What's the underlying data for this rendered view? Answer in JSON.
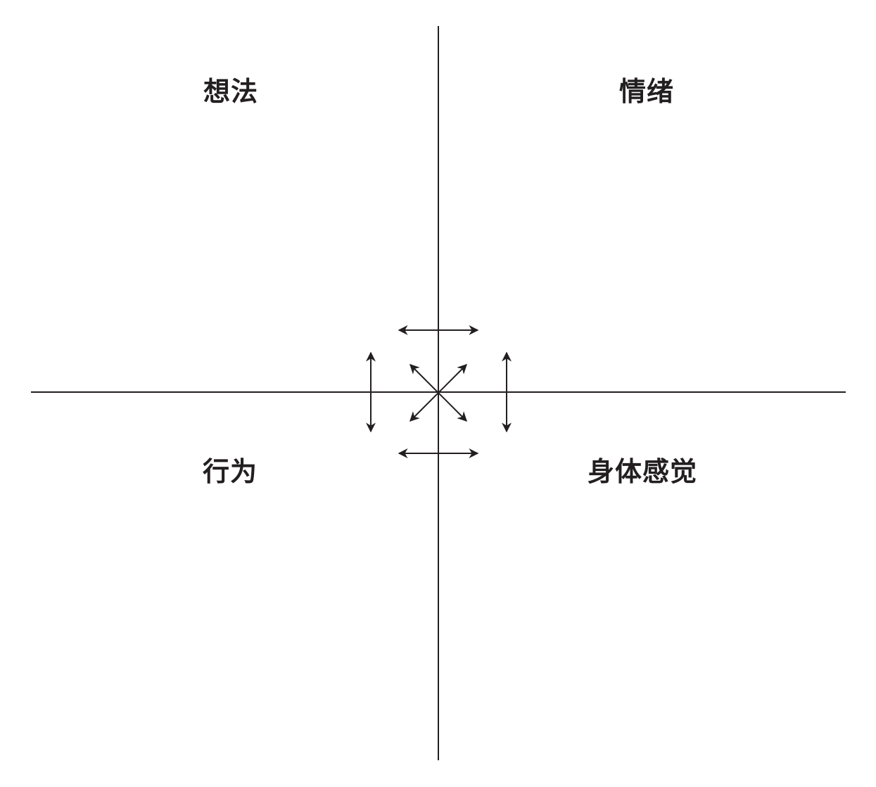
{
  "quadrants": {
    "top_left": "想法",
    "top_right": "情绪",
    "bottom_left": "行为",
    "bottom_right": "身体感觉"
  },
  "colors": {
    "ink": "#231f20",
    "background": "#ffffff"
  }
}
